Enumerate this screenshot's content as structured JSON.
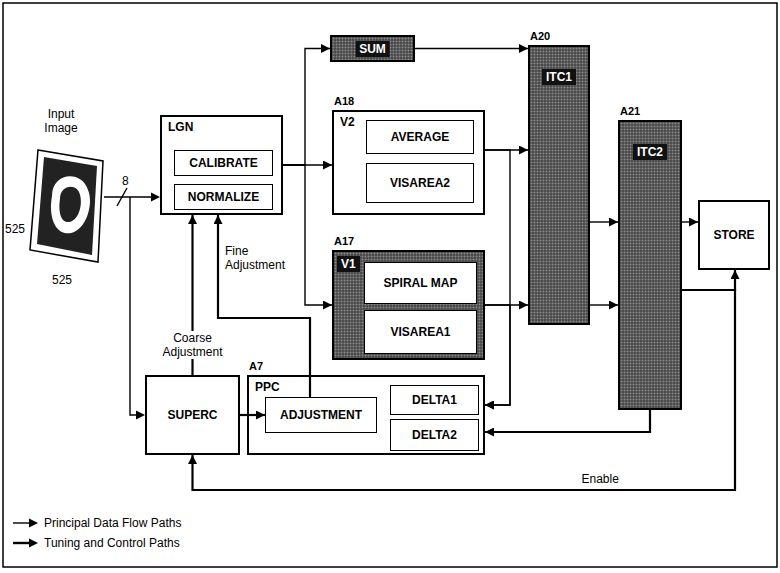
{
  "diagram": {
    "nodes": [
      {
        "text": [
          "LGN"
        ]
      },
      {
        "text": [
          "CALIBRATE"
        ],
        "in": 0
      },
      {
        "text": [
          "NORMALIZE"
        ],
        "in": 0
      },
      {
        "text": [
          "SUM"
        ]
      },
      {
        "text": [
          "A18",
          "V2"
        ]
      },
      {
        "text": [
          "AVERAGE"
        ],
        "in": 4
      },
      {
        "text": [
          "VISAREA2"
        ],
        "in": 4
      },
      {
        "text": [
          "A17",
          "V1"
        ]
      },
      {
        "text": [
          "SPIRAL MAP"
        ],
        "in": 7
      },
      {
        "text": [
          "VISAREA1"
        ],
        "in": 7
      },
      {
        "text": [
          "A20",
          "ITC1"
        ]
      },
      {
        "text": [
          "A21",
          "ITC2"
        ]
      },
      {
        "text": [
          "STORE"
        ]
      },
      {
        "text": [
          "SUPERC"
        ]
      },
      {
        "text": [
          "A7",
          "PPC"
        ]
      },
      {
        "text": [
          "ADJUSTMENT"
        ],
        "in": 14
      },
      {
        "text": [
          "DELTA1"
        ],
        "in": 14
      },
      {
        "text": [
          "DELTA2"
        ],
        "in": 14
      }
    ],
    "edges": [
      {
        "from": 0,
        "to": 3,
        "arrow": "to"
      },
      {
        "from": 0,
        "to": 4,
        "arrow": "to"
      },
      {
        "from": 0,
        "to": 7,
        "arrow": "to"
      },
      {
        "from": 3,
        "to": 10,
        "arrow": "to"
      },
      {
        "from": 4,
        "to": 10,
        "arrow": "to"
      },
      {
        "from": 7,
        "to": 10,
        "arrow": "to"
      },
      {
        "from": 4,
        "to": 14,
        "arrow": "to"
      },
      {
        "from": 7,
        "to": 14,
        "arrow": "to"
      },
      {
        "from": 10,
        "to": 11,
        "arrow": "to"
      },
      {
        "from": 10,
        "to": 11,
        "arrow": "to"
      },
      {
        "from": 11,
        "to": 12,
        "arrow": "to"
      },
      {
        "from": 11,
        "to": 12,
        "arrow": "to"
      },
      {
        "from": 11,
        "to": 13,
        "label": "Enable",
        "arrow": "to"
      },
      {
        "from": 13,
        "to": 0,
        "label": "Coarse Adjustment",
        "arrow": "to"
      },
      {
        "from": 15,
        "to": 0,
        "label": "Fine Adjustment",
        "arrow": "to"
      },
      {
        "from": 13,
        "to": 15,
        "arrow": "to"
      },
      {
        "from": 11,
        "to": 14,
        "arrow": "to"
      }
    ],
    "labels": [
      "Input Image",
      "8",
      "525",
      "525"
    ],
    "legend": [
      {
        "text": "Principal Data Flow Paths"
      },
      {
        "text": "Tuning and Control Paths"
      }
    ]
  }
}
